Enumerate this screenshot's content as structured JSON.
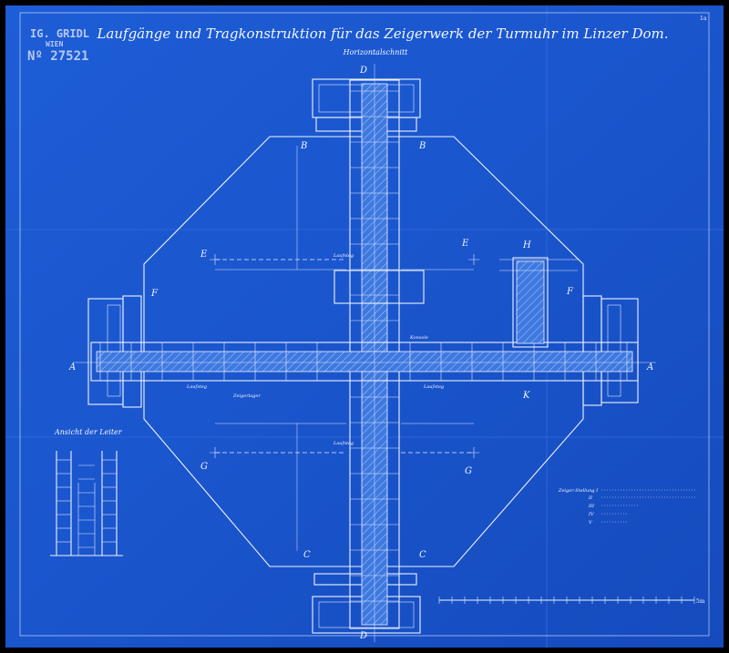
{
  "stamp": {
    "line1": "IG. GRIDL",
    "line2": "WIEN",
    "line3": "Nº 27521"
  },
  "title": "Laufgänge und Tragkonstruktion für das Zeigerwerk der Turmuhr im Linzer Dom.",
  "subtitle": "Horizontalschnitt",
  "corner_mark": "1a",
  "ladder_detail_title": "Ansicht der Leiter",
  "section_marks": {
    "top": "D",
    "bottom": "D",
    "left": "A",
    "right": "A",
    "b_left": "B",
    "b_right": "B",
    "c_left": "C",
    "c_right": "C",
    "e_left": "E",
    "e_right": "E",
    "g_left": "G",
    "g_right": "G",
    "f_left": "F",
    "f_right": "F",
    "h_right": "H",
    "k_right": "K"
  },
  "arm_labels": {
    "walkway": "Laufsteg",
    "bracket": "Konsole",
    "bearing": "Zeigerlager"
  },
  "schedule": {
    "header": "Zeiger-Stellung I",
    "rows": [
      "II",
      "III",
      "IV",
      "V"
    ]
  },
  "scale_end": "5m",
  "colors": {
    "paper": "#1a57cf",
    "paper_dark": "#1449b8",
    "ink": "#eef3ff"
  }
}
